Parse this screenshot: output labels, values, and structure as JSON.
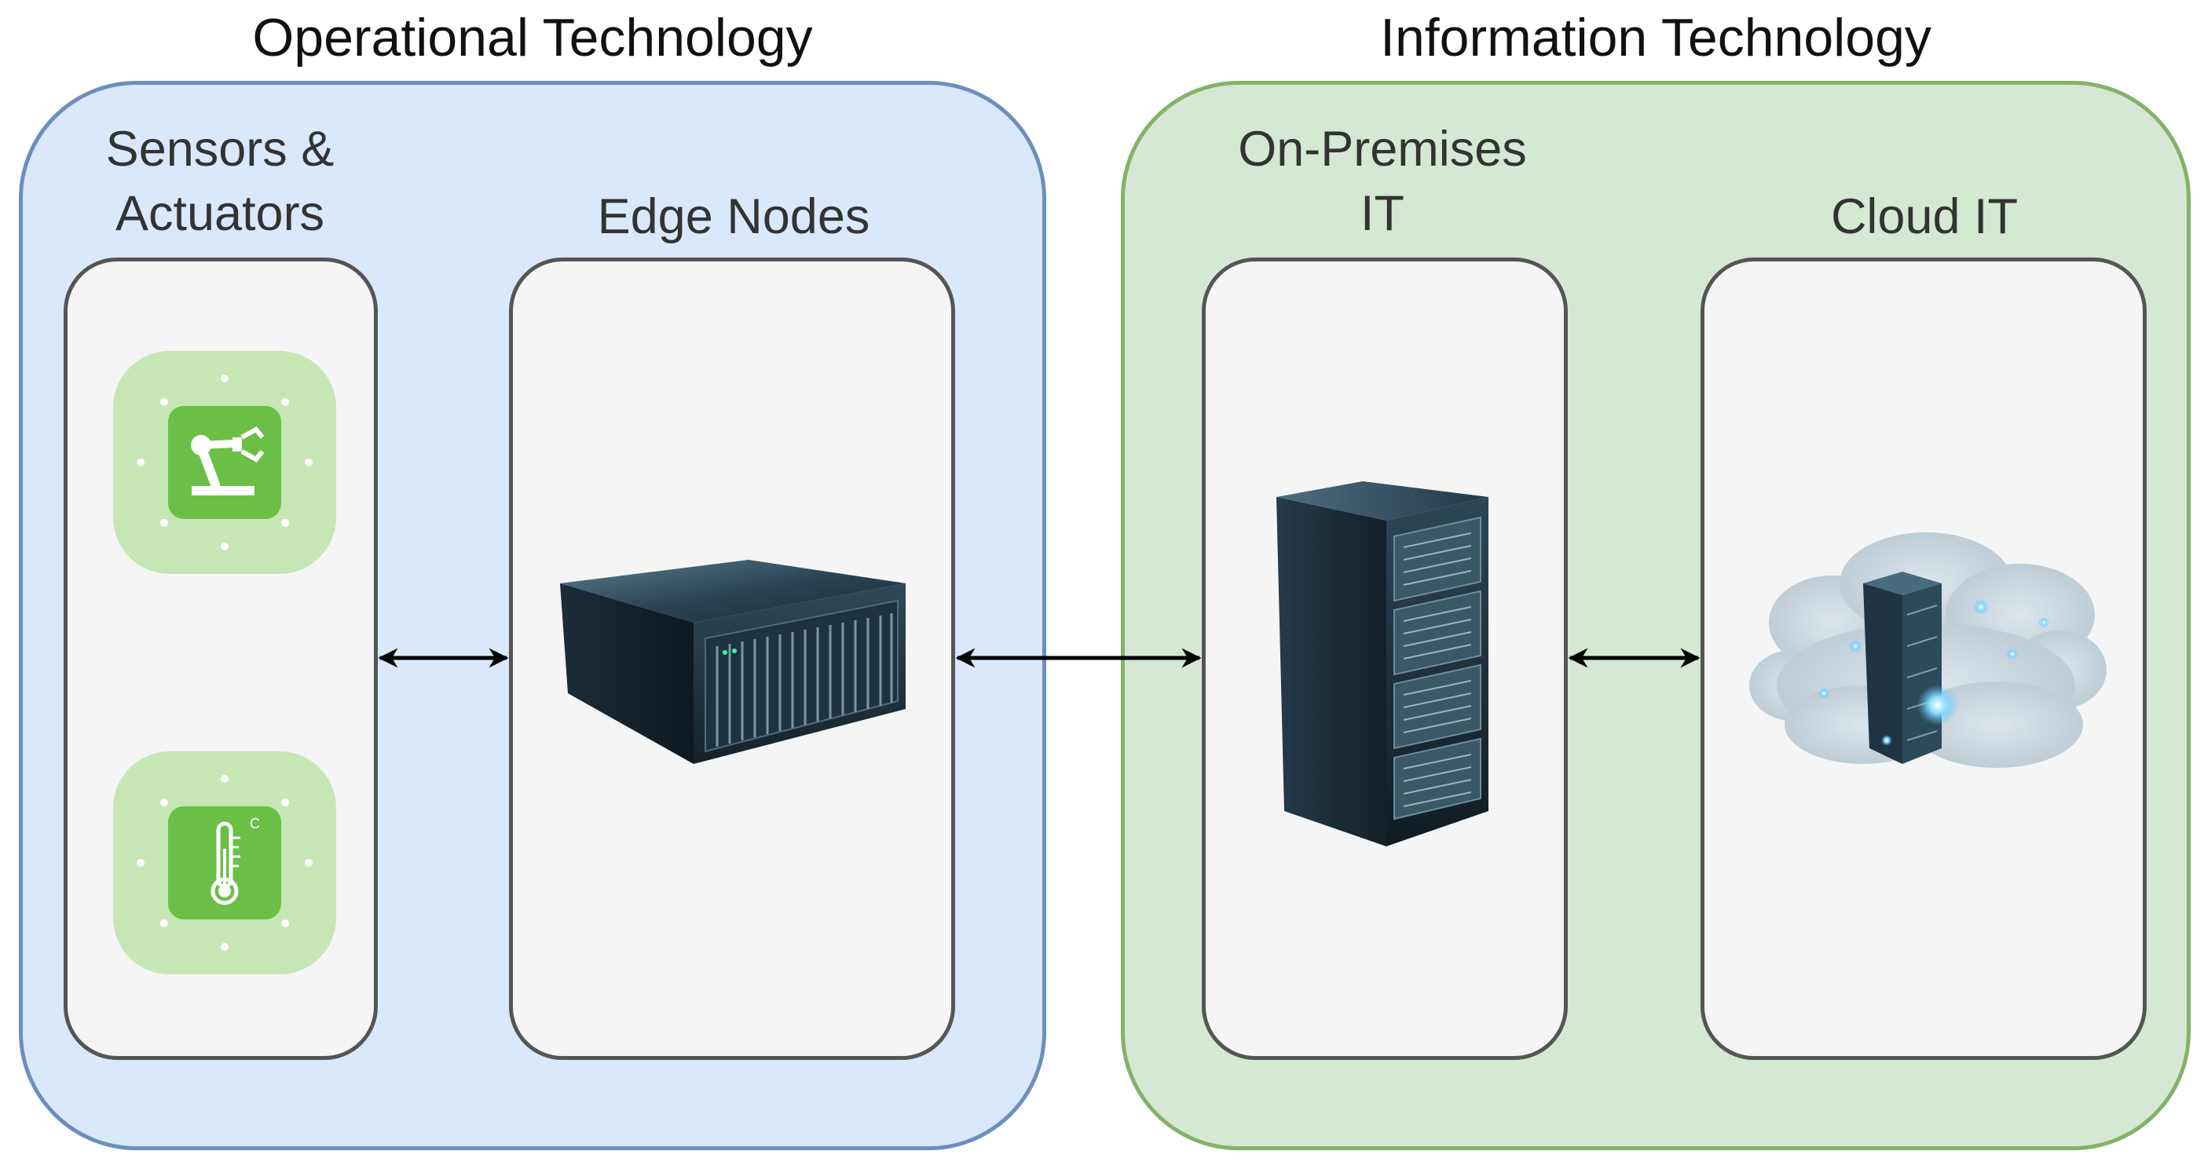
{
  "groups": {
    "ot": {
      "title": "Operational Technology"
    },
    "it": {
      "title": "Information Technology"
    }
  },
  "columns": {
    "sensors": {
      "label_line1": "Sensors &",
      "label_line2": "Actuators"
    },
    "edge": {
      "label": "Edge Nodes"
    },
    "onprem": {
      "label_line1": "On-Premises",
      "label_line2": "IT"
    },
    "cloud": {
      "label": "Cloud IT"
    }
  },
  "icons": {
    "sensor_1": "robot-arm-icon",
    "sensor_2": "thermometer-icon",
    "sensor_2_unit": "C",
    "edge": "rack-server-icon",
    "onprem": "tower-server-icon",
    "cloud": "cloud-server-icon"
  },
  "colors": {
    "ot_fill": "#dae8fc",
    "ot_border": "#6c8ebf",
    "it_fill": "#d5e8d4",
    "it_border": "#82b366",
    "panel_fill": "#f5f5f5",
    "panel_border": "#555555",
    "sensor_tile": "#c6e6b6",
    "sensor_inner": "#6bbf47"
  }
}
